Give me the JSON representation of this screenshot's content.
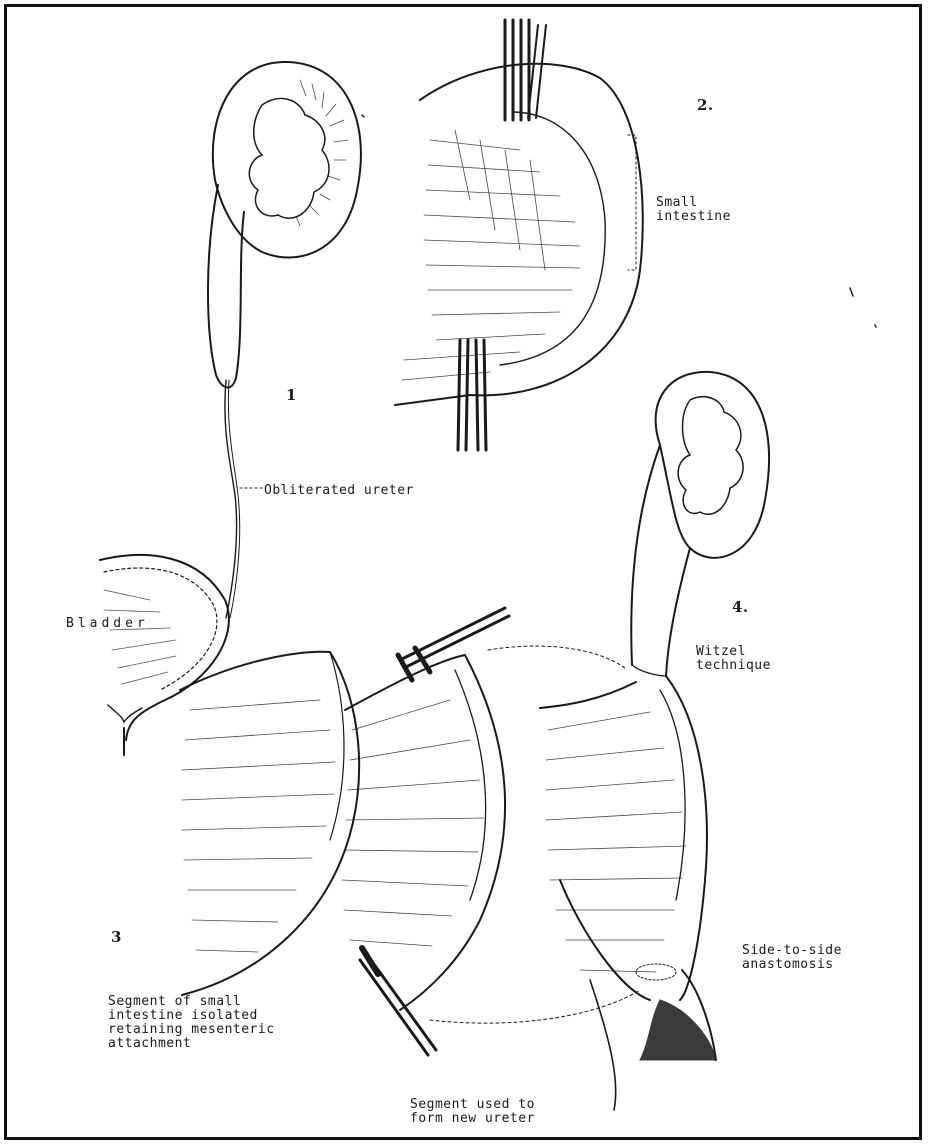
{
  "labels": {
    "fig1": "1",
    "fig2": "2.",
    "fig3": "3",
    "fig4": "4.",
    "small_intestine": "Small\nintestine",
    "obliterated_ureter": "Obliterated ureter",
    "bladder": "Bladder",
    "witzel": "Witzel\ntechnique",
    "side_to_side": "Side-to-side\nanastomosis",
    "segment_isolated": "Segment of small\nintestine isolated\nretaining mesenteric\nattachment",
    "segment_new_ureter": "Segment used to\nform new ureter"
  },
  "colors": {
    "ink": "#1a1a1a",
    "background": "#ffffff"
  }
}
